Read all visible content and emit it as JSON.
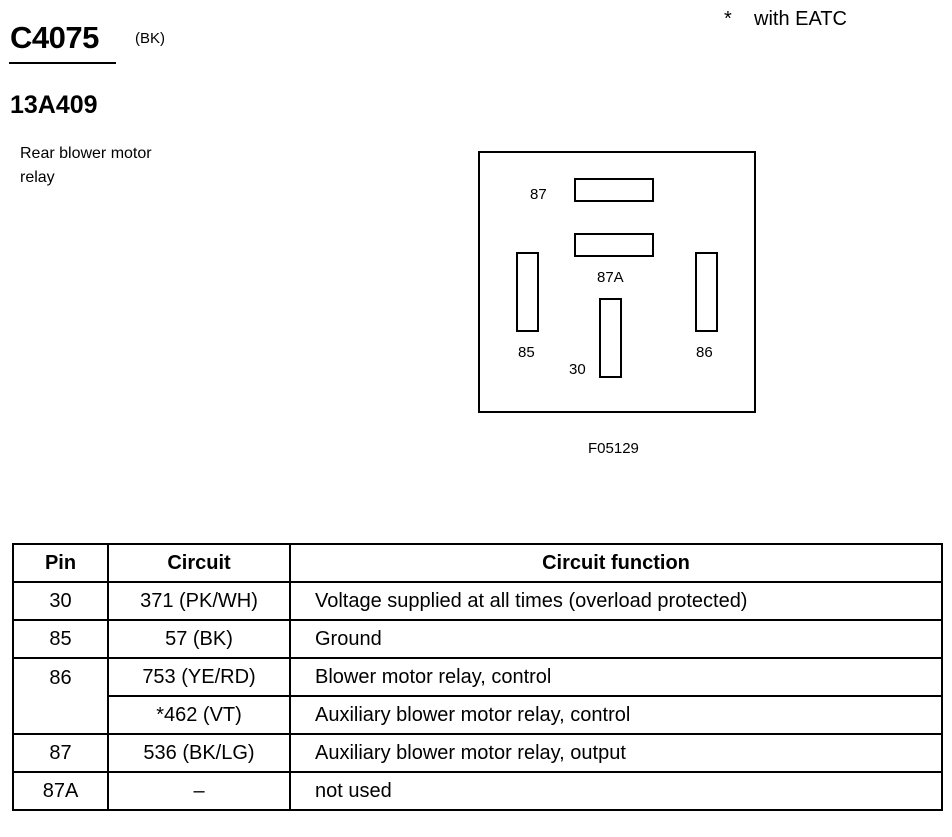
{
  "header": {
    "connector_id": "C4075",
    "connector_color": "(BK)",
    "footnote": "*    with EATC",
    "part_number": "13A409",
    "description_lines": [
      "Rear blower motor",
      "relay"
    ]
  },
  "diagram": {
    "figure_id": "F05129",
    "terminals": {
      "t87": "87",
      "t87a": "87A",
      "t85": "85",
      "t86": "86",
      "t30": "30"
    }
  },
  "table": {
    "headers": {
      "pin": "Pin",
      "circuit": "Circuit",
      "function": "Circuit function"
    },
    "rows": [
      {
        "pin": "30",
        "circuit": "371 (PK/WH)",
        "function": "Voltage supplied at all times (overload protected)"
      },
      {
        "pin": "85",
        "circuit": "57 (BK)",
        "function": "Ground"
      },
      {
        "pin": "86",
        "circuit": "753 (YE/RD)",
        "function": "Blower motor relay, control"
      },
      {
        "pin": "",
        "circuit": "*462 (VT)",
        "function": "Auxiliary blower motor relay, control"
      },
      {
        "pin": "87",
        "circuit": "536 (BK/LG)",
        "function": "Auxiliary blower motor relay, output"
      },
      {
        "pin": "87A",
        "circuit": "–",
        "function": "not used"
      }
    ]
  }
}
